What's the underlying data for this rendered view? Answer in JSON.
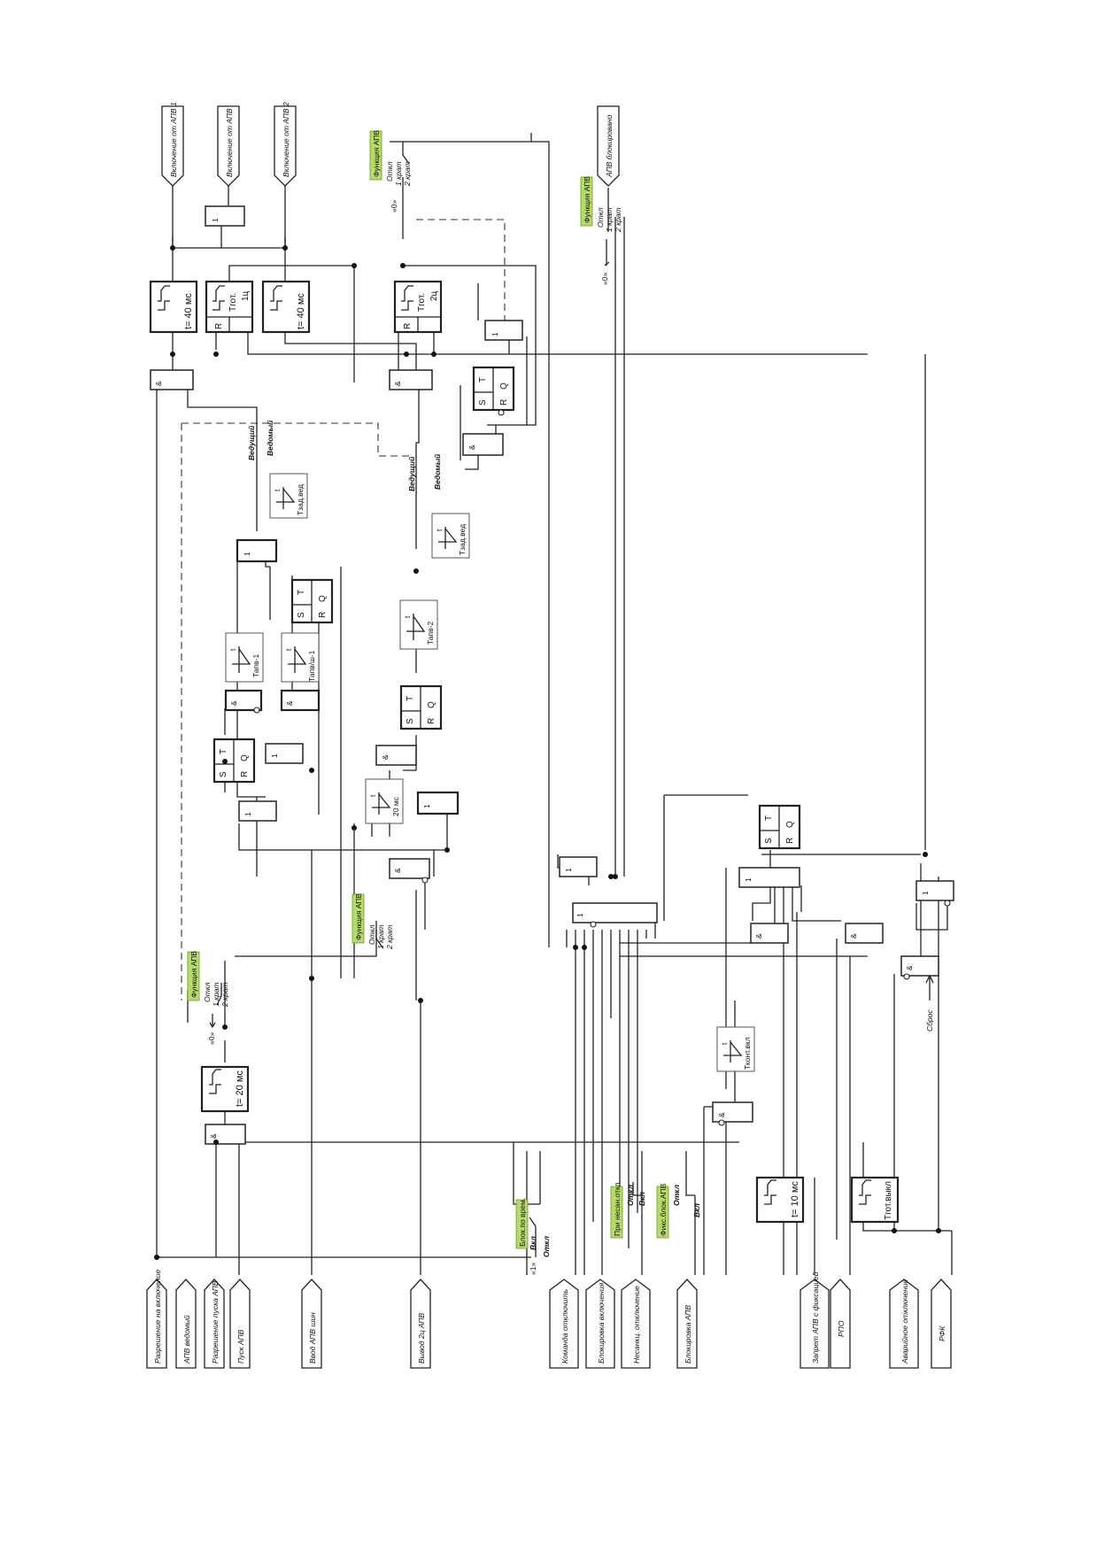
{
  "ports_top": [
    "Включение от АПВ 1",
    "Включение от АПВ",
    "Включение от АПВ 2",
    "АПВ блокировано"
  ],
  "ports_bottom": [
    "Разрешение на включение",
    "АПВ ведомый",
    "Разрешение пуска АПВ",
    "Пуск АПВ",
    "Ввод АПВ шин",
    "Вывод 2ц АПВ",
    "Команда отключить",
    "Блокировка включения",
    "Несанкц. отключение",
    "Блокировка АПВ",
    "Запрет АПВ с фиксацией",
    "РПО",
    "Аварийное отключение",
    "РФК"
  ],
  "function_labels": {
    "apv": "Функция АПВ",
    "blok_vrem": "Блок.по врем.",
    "nesan": "При несан.откл",
    "fix_blok": "Фикс.блок.АПВ"
  },
  "switch_labels": {
    "otkl": "Откл",
    "vkl": "Вкл",
    "krat1": "1 крат",
    "krat2": "2 крат",
    "zero": "«0»",
    "one": "«1»"
  },
  "mode_labels": {
    "vedushchiy": "Ведущий",
    "vedomyy": "Ведомый"
  },
  "timers": {
    "t40": "t= 40 мс",
    "t20": "t= 20 мс",
    "t10": "t= 10 мс",
    "tgot1": "Тгот.",
    "tgot1b": "1ц",
    "tgot2": "Тгот.",
    "tgot2b": "2ц",
    "tzadved": "Тзад.вед",
    "tapv1": "Тапв-1",
    "tapvsh1": "Тапв/ш-1",
    "tapv2": "Тапв-2",
    "ms20": "20 мс",
    "tkon": "Тконт.вкл",
    "tgotvykl": "Тгот.выкл",
    "t_small": "t"
  },
  "gate_labels": {
    "and": "&",
    "or": "1",
    "S": "S",
    "T": "T",
    "Q": "Q",
    "R": "R"
  },
  "reset_label": "Сброс"
}
